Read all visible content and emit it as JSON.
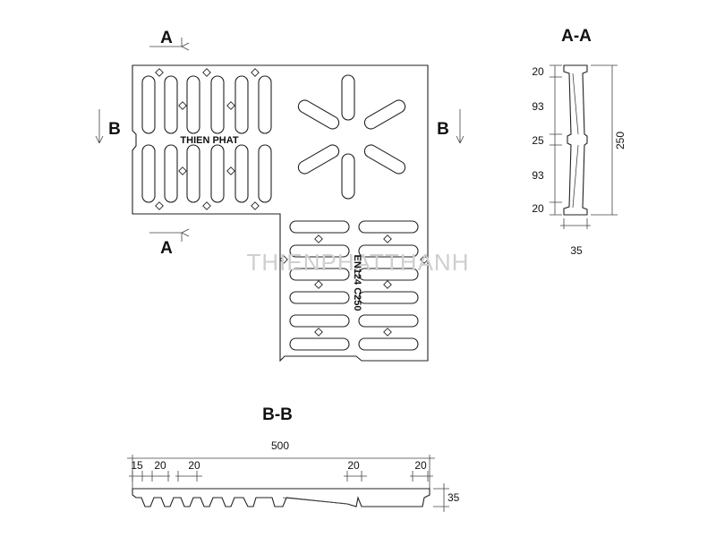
{
  "section_labels": {
    "a_top": "A",
    "a_bottom": "A",
    "b_left": "B",
    "b_right": "B",
    "section_aa": "A-A",
    "section_bb": "B-B"
  },
  "plate_text": {
    "brand": "THIEN PHAT",
    "rating": "EN124 C250"
  },
  "watermark": "THIENPHATTHANH",
  "aa_dimensions": {
    "top": "20",
    "upper": "93",
    "middle": "25",
    "lower": "93",
    "bottom": "20",
    "height": "250",
    "width": "35"
  },
  "bb_dimensions": {
    "overall": "500",
    "edge": "15",
    "first_gap": "20",
    "second_gap": "20",
    "right_gap": "20",
    "right_edge": "20",
    "depth": "35"
  }
}
